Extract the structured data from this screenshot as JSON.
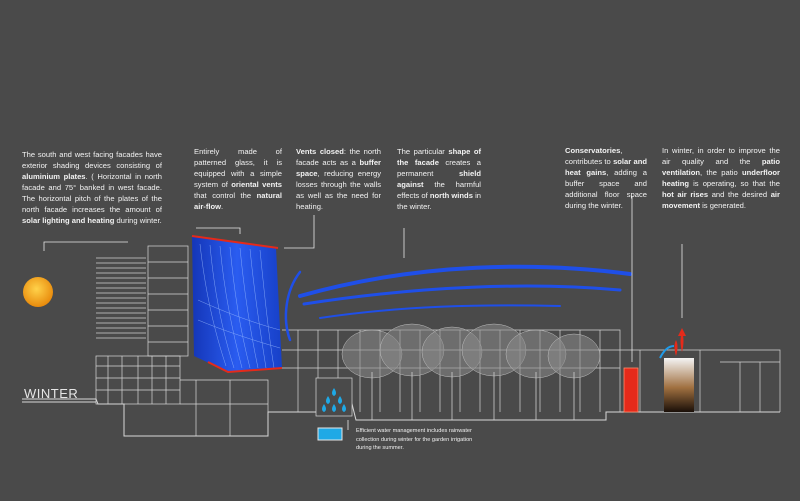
{
  "season_label": "WINTER",
  "annotations": [
    {
      "id": "aluminium-plates",
      "runs": [
        {
          "t": "The south and west facing facades have exterior shading devices consisting of ",
          "b": false
        },
        {
          "t": "aluminium plates",
          "b": true
        },
        {
          "t": ". ( Horizontal in north facade and 75° banked in west facade. The horizontal pitch of the plates of the north facade increases the amount of ",
          "b": false
        },
        {
          "t": "solar lighting and heating",
          "b": true
        },
        {
          "t": " during winter.",
          "b": false
        }
      ]
    },
    {
      "id": "patterned-glass",
      "runs": [
        {
          "t": "Entirely made of patterned glass, it is equipped with a simple system of ",
          "b": false
        },
        {
          "t": "oriental vents",
          "b": true
        },
        {
          "t": " that control the ",
          "b": false
        },
        {
          "t": "natural air-flow",
          "b": true
        },
        {
          "t": ".",
          "b": false
        }
      ]
    },
    {
      "id": "vents-closed",
      "runs": [
        {
          "t": "Vents closed",
          "b": true
        },
        {
          "t": ": the north facade acts as a ",
          "b": false
        },
        {
          "t": "buffer space",
          "b": true
        },
        {
          "t": ", reducing energy losses through the walls as well as the need for heating.",
          "b": false
        }
      ]
    },
    {
      "id": "facade-shape",
      "runs": [
        {
          "t": "The particular ",
          "b": false
        },
        {
          "t": "shape of the facade",
          "b": true
        },
        {
          "t": " creates a permanent ",
          "b": false
        },
        {
          "t": "shield against",
          "b": true
        },
        {
          "t": " the harmful effects of ",
          "b": false
        },
        {
          "t": "north winds",
          "b": true
        },
        {
          "t": " in the winter.",
          "b": false
        }
      ]
    },
    {
      "id": "conservatories",
      "runs": [
        {
          "t": "Conservatories",
          "b": true
        },
        {
          "t": ", contributes to ",
          "b": false
        },
        {
          "t": "solar and heat gains",
          "b": true
        },
        {
          "t": ", adding a buffer space and additional floor space during the winter.",
          "b": false
        }
      ]
    },
    {
      "id": "patio-ventilation",
      "runs": [
        {
          "t": "In winter, in order to improve the air quality and the ",
          "b": false
        },
        {
          "t": "patio ventilation",
          "b": true
        },
        {
          "t": ", the patio ",
          "b": false
        },
        {
          "t": "underfloor heating",
          "b": true
        },
        {
          "t": " is operating, so that the ",
          "b": false
        },
        {
          "t": "hot air rises",
          "b": true
        },
        {
          "t": " and the desired ",
          "b": false
        },
        {
          "t": "air movement",
          "b": true
        },
        {
          "t": " is generated.",
          "b": false
        }
      ]
    }
  ],
  "water_note": "Efficient water management includes rainwater collection during winter for the garden irrigation during the summer.",
  "colors": {
    "background": "#4a4a4a",
    "text": "#f2f2f2",
    "line": "#e8e8e8",
    "glass": "#1d49d6",
    "wind": "#1f4fe8",
    "heat": "#e52a1a",
    "sun": "#f2a317",
    "water": "#1fa9e6"
  }
}
